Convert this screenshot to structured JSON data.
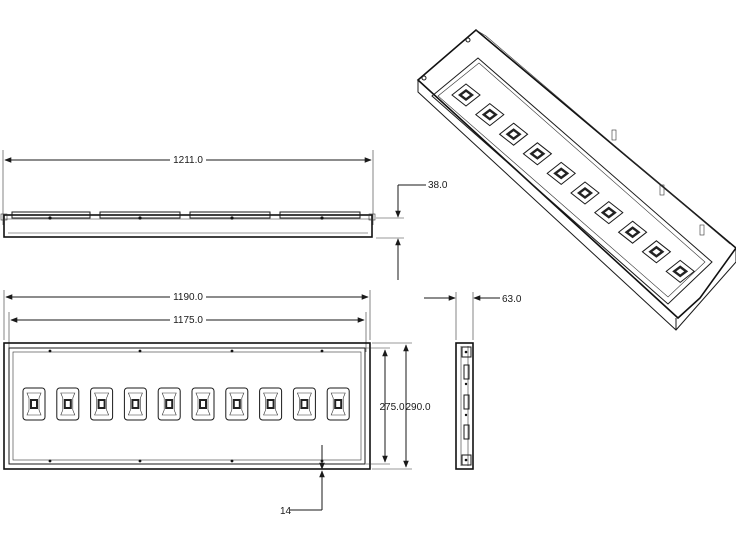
{
  "drawing": {
    "dimensions": {
      "overall_length_top": "1211.0",
      "height_side": "38.0",
      "outer_length": "1190.0",
      "inner_length": "1175.0",
      "depth_profile": "63.0",
      "inner_width": "275.0",
      "outer_width": "290.0",
      "offset": "14"
    },
    "led_module_count": 10,
    "line_color": "#1a1a1a"
  }
}
